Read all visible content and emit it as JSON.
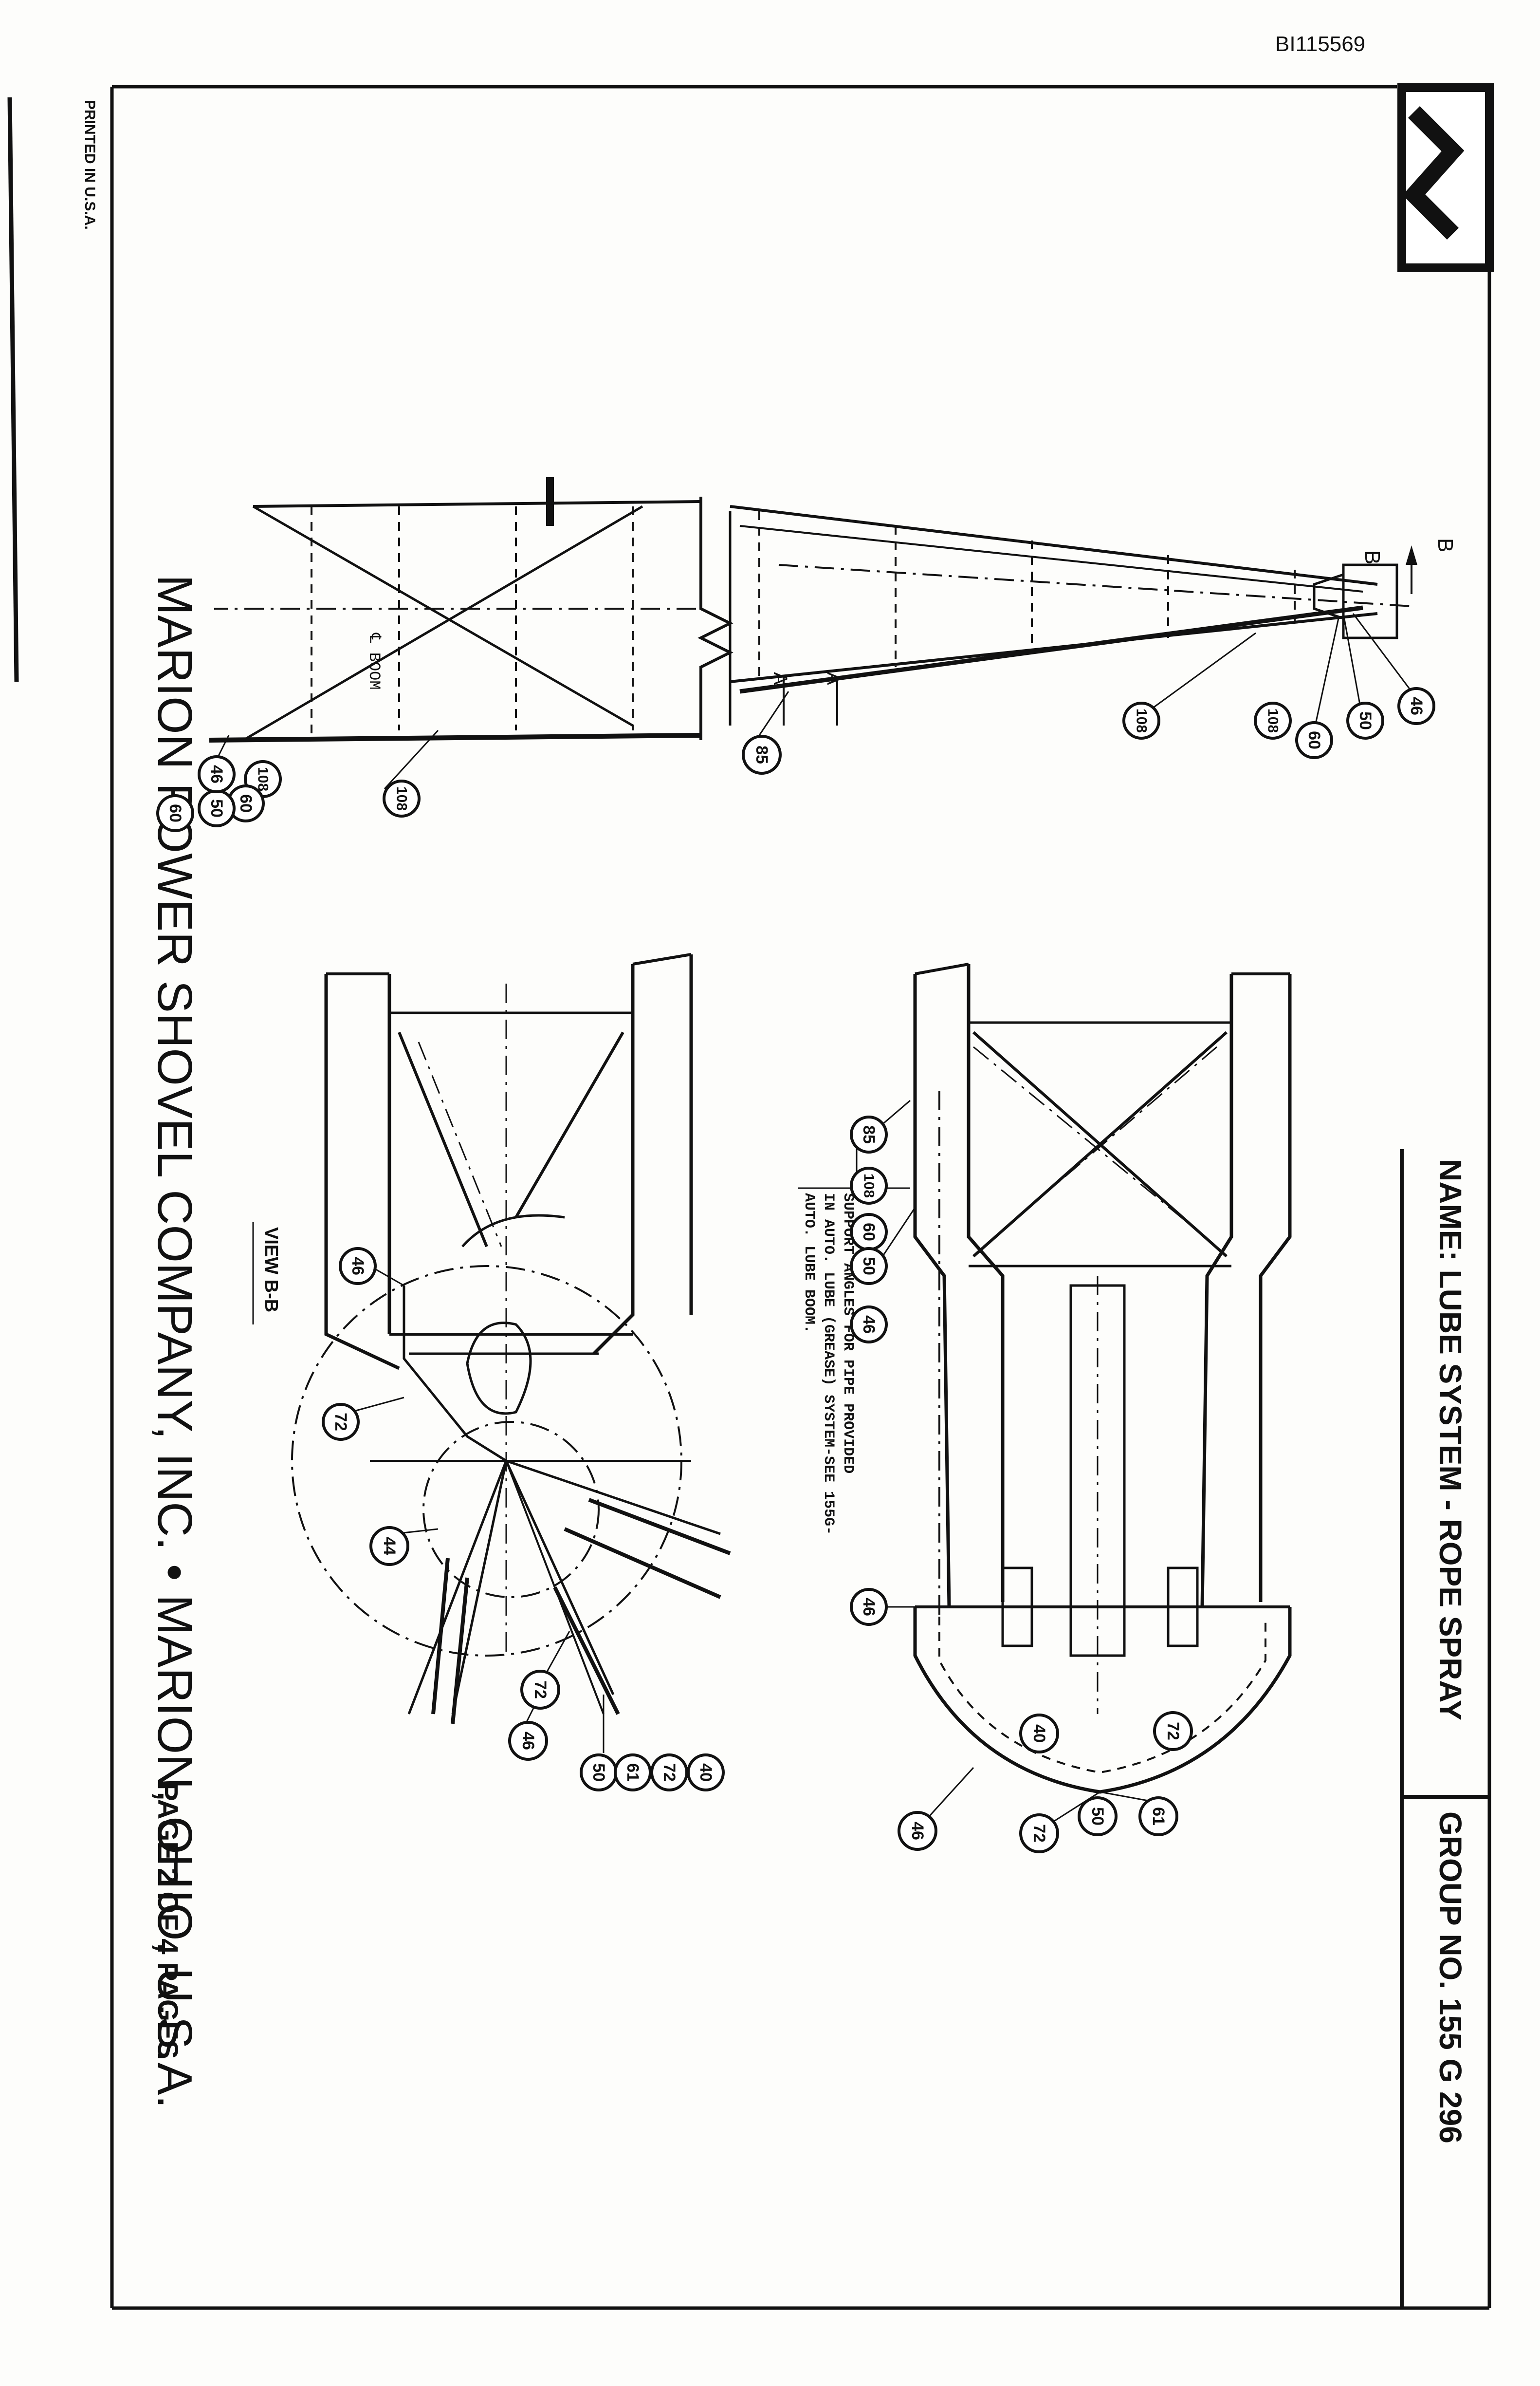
{
  "doc_id": "BI115569",
  "printed_in": "PRINTED IN U.S.A.",
  "title_block": {
    "name_label": "NAME",
    "name_value": "LUBE SYSTEM - ROPE SPRAY",
    "group_label": "GROUP NO.",
    "group_value": "155 G 296"
  },
  "footer": {
    "company": "MARION POWER SHOVEL COMPANY, INC. • MARION, OHIO, U.S.A.",
    "page": "PAGE 2 OF 4 PAGES"
  },
  "drawing": {
    "view_label": "VIEW B-B",
    "section_b": "B",
    "section_a": "A",
    "boom_centerline": "℄ BOOM",
    "support_note_lines": [
      "SUPPORT ANGLES FOR PIPE PROVIDED",
      "IN AUTO. LUBE (GREASE) SYSTEM-SEE 155G-",
      "AUTO. LUBE BOOM."
    ]
  },
  "callouts": {
    "side_view_upper": [
      "46",
      "50",
      "60",
      "108",
      "108"
    ],
    "side_view_lower": [
      "60",
      "46",
      "50",
      "60",
      "108",
      "108"
    ],
    "side_view_mid": [
      "85"
    ],
    "top_view": [
      "85",
      "108",
      "60",
      "50",
      "46",
      "46",
      "40",
      "72",
      "72",
      "50",
      "61",
      "46"
    ],
    "view_bb": [
      "46",
      "72",
      "44",
      "72",
      "46",
      "50",
      "61",
      "72",
      "40"
    ]
  }
}
